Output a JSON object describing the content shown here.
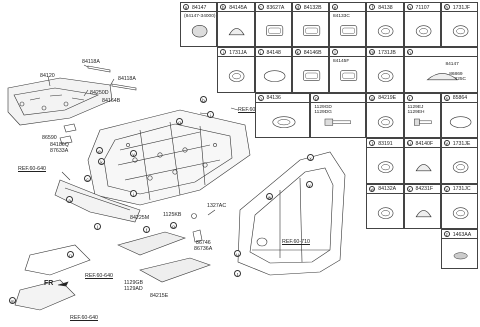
{
  "title_labels": {
    "c84120": "84120",
    "c84118a_1": "84118A",
    "c84118a_2": "84118A",
    "c84250d": "84250D",
    "c84164b": "84164B",
    "c86590": "86590",
    "c84186q": "84186Q",
    "c87633a": "87633A",
    "ref1": "REF.60-661",
    "ref2": "REF.60-640",
    "ref3": "REF.60-640",
    "ref4": "REF.60-710",
    "ref5": "REF.60-640",
    "c1125kb": "1125KB",
    "c1327ac": "1327AC",
    "c84225m": "84225M",
    "c86746": "86746",
    "c86736a": "86736A",
    "c1129gb": "1129GB",
    "c1129ad": "1129AD",
    "c84215e": "84215E",
    "fr": "FR"
  },
  "callouts": [
    "a",
    "b",
    "c",
    "d",
    "e",
    "f",
    "g",
    "h",
    "i",
    "j",
    "k",
    "l",
    "m",
    "n",
    "o",
    "p",
    "q",
    "r",
    "s",
    "t",
    "u",
    "v",
    "w",
    "x",
    "y",
    "z"
  ],
  "cells": [
    {
      "letter": "a",
      "part": "84147",
      "sub": "(84147-34000)"
    },
    {
      "letter": "b",
      "part": "84145A",
      "sub": ""
    },
    {
      "letter": "c",
      "part": "83627A",
      "sub": ""
    },
    {
      "letter": "d",
      "part": "84132B",
      "sub": ""
    },
    {
      "letter": "e",
      "part": "",
      "sub": "84133C"
    },
    {
      "letter": "f",
      "part": "84138",
      "sub": ""
    },
    {
      "letter": "g",
      "part": "71107",
      "sub": ""
    },
    {
      "letter": "h",
      "part": "1731JF",
      "sub": ""
    },
    {
      "letter": "i",
      "part": "1731JA",
      "sub": ""
    },
    {
      "letter": "j",
      "part": "84148",
      "sub": ""
    },
    {
      "letter": "k",
      "part": "84146B",
      "sub": ""
    },
    {
      "letter": "l",
      "part": "",
      "sub": "84145F"
    },
    {
      "letter": "m",
      "part": "1731JB",
      "sub": ""
    },
    {
      "letter": "n",
      "part": "",
      "sub": ""
    },
    {
      "letter": "o",
      "part": "84136",
      "sub": ""
    },
    {
      "letter": "p",
      "part": "",
      "sub": ""
    },
    {
      "letter": "q",
      "part": "84219E",
      "sub": ""
    },
    {
      "letter": "r",
      "part": "",
      "sub": ""
    },
    {
      "letter": "s",
      "part": "85864",
      "sub": ""
    },
    {
      "letter": "t",
      "part": "83191",
      "sub": ""
    },
    {
      "letter": "u",
      "part": "84140F",
      "sub": ""
    },
    {
      "letter": "v",
      "part": "1731JE",
      "sub": ""
    },
    {
      "letter": "w",
      "part": "84132A",
      "sub": ""
    },
    {
      "letter": "x",
      "part": "84231F",
      "sub": ""
    },
    {
      "letter": "y",
      "part": "1731JC",
      "sub": ""
    },
    {
      "letter": "z",
      "part": "1463AA",
      "sub": ""
    }
  ],
  "cell_extra": {
    "n_parts": "84147",
    "n_sub1": "86869",
    "n_sub2": "86825C",
    "p_sub1": "1129GD",
    "p_sub2": "1129DG",
    "r_sub1": "1129EJ",
    "r_sub2": "1129EH"
  }
}
